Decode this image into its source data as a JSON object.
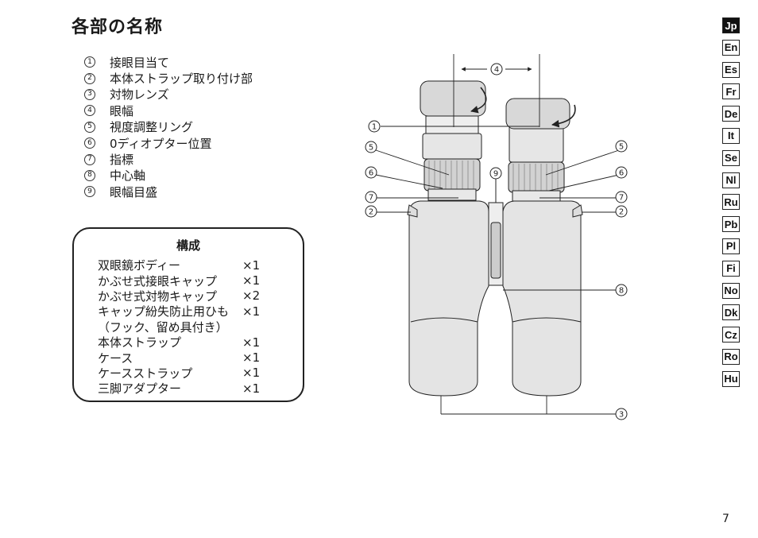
{
  "page": {
    "title": "各部の名称",
    "page_number": "7"
  },
  "parts": [
    {
      "num": "1",
      "label": "接眼目当て"
    },
    {
      "num": "2",
      "label": "本体ストラップ取り付け部"
    },
    {
      "num": "3",
      "label": "対物レンズ"
    },
    {
      "num": "4",
      "label": "眼幅"
    },
    {
      "num": "5",
      "label": "視度調整リング"
    },
    {
      "num": "6",
      "label": "0ディオプター位置"
    },
    {
      "num": "7",
      "label": "指標"
    },
    {
      "num": "8",
      "label": "中心軸"
    },
    {
      "num": "9",
      "label": "眼幅目盛"
    }
  ],
  "contents": {
    "title": "構成",
    "items": [
      {
        "name": "双眼鏡ボディー",
        "qty": "×1"
      },
      {
        "name": "かぶせ式接眼キャップ",
        "qty": "×1"
      },
      {
        "name": "かぶせ式対物キャップ",
        "qty": "×2"
      },
      {
        "name": "キャップ紛失防止用ひも",
        "qty": "×1"
      },
      {
        "name": "（フック、留め具付き）",
        "qty": ""
      },
      {
        "name": "本体ストラップ",
        "qty": "×1"
      },
      {
        "name": "ケース",
        "qty": "×1"
      },
      {
        "name": "ケースストラップ",
        "qty": "×1"
      },
      {
        "name": "三脚アダプター",
        "qty": "×1"
      }
    ]
  },
  "diagram_callouts": {
    "c1": "1",
    "c2l": "2",
    "c2r": "2",
    "c3": "3",
    "c4": "4",
    "c5l": "5",
    "c5r": "5",
    "c6l": "6",
    "c6r": "6",
    "c7l": "7",
    "c7r": "7",
    "c8": "8",
    "c9": "9"
  },
  "languages": [
    "Jp",
    "En",
    "Es",
    "Fr",
    "De",
    "It",
    "Se",
    "Nl",
    "Ru",
    "Pb",
    "Pl",
    "Fi",
    "No",
    "Dk",
    "Cz",
    "Ro",
    "Hu"
  ],
  "active_language": "Jp",
  "colors": {
    "active_tab_bg": "#111111",
    "body_fill": "#e4e4e4",
    "eyecup_fill": "#d8d8d8"
  }
}
